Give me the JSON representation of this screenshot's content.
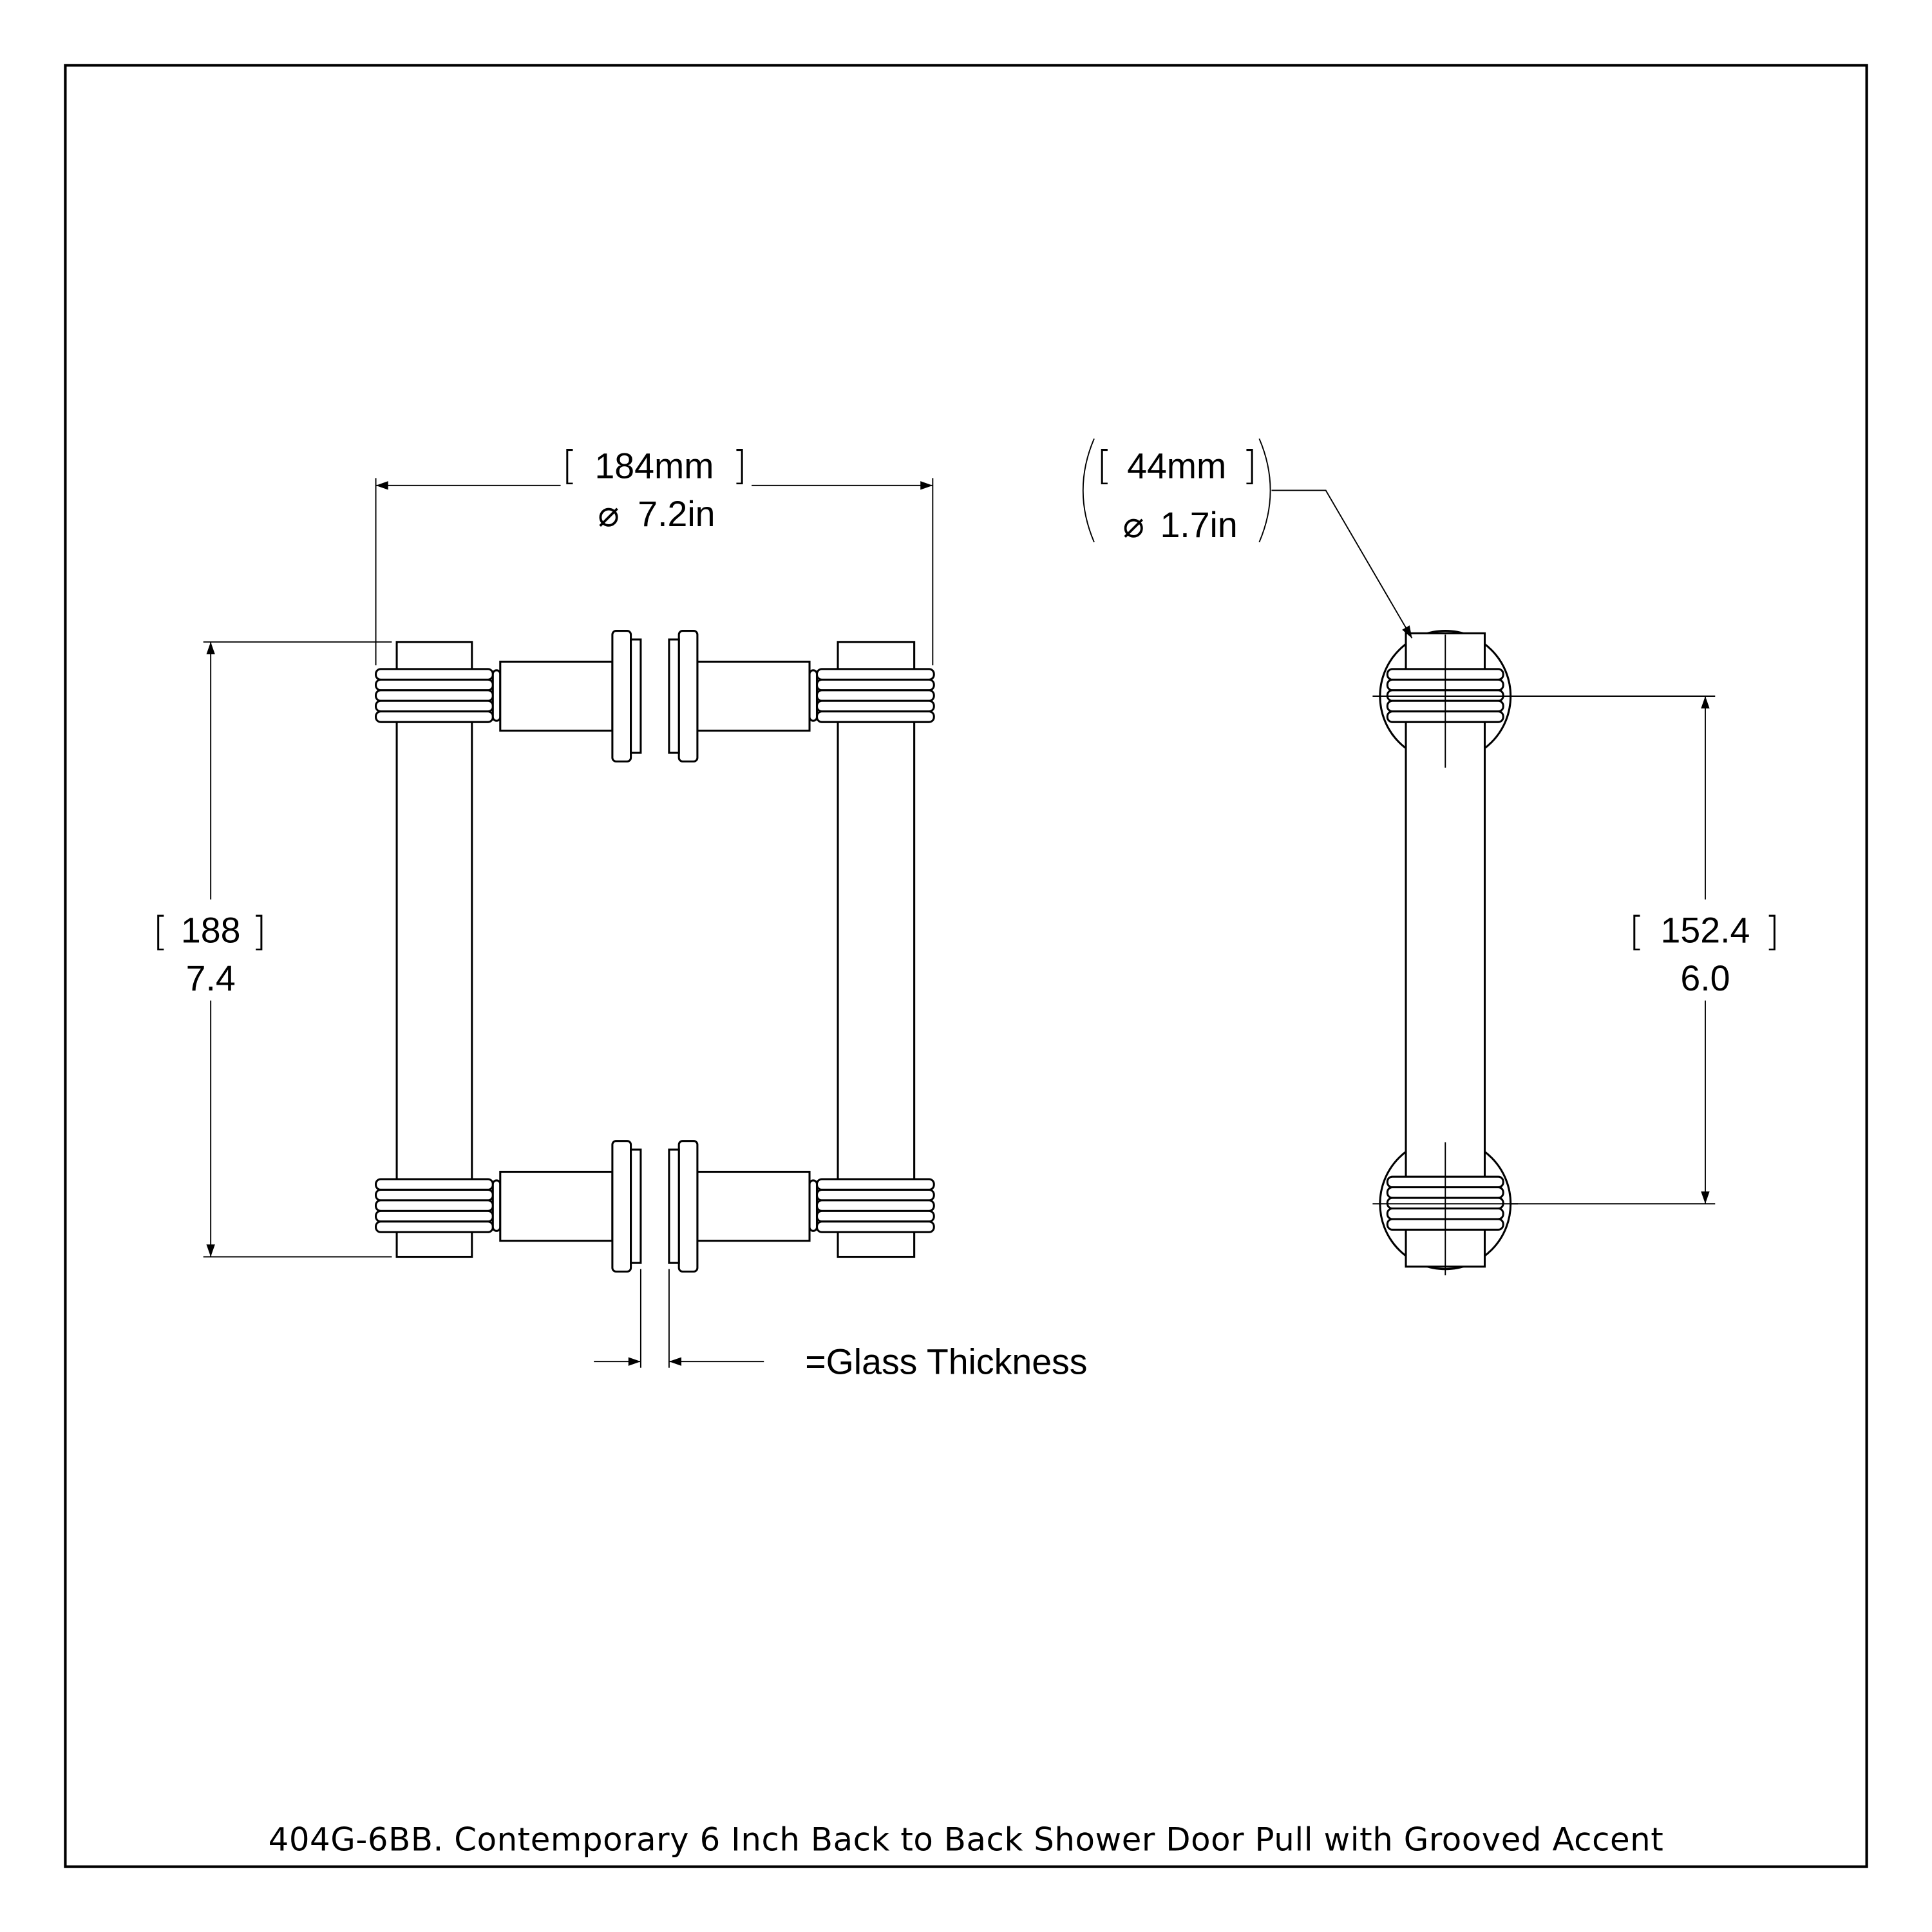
{
  "title": "404G-6BB. Contemporary 6 Inch Back to Back Shower Door Pull with Grooved Accent",
  "front_view": {
    "width_dimension": {
      "metric": "184mm",
      "imperial": "7.2in",
      "symbol": "⌀"
    },
    "height_dimension": {
      "metric": "188",
      "imperial": "7.4"
    },
    "glass_label": "=Glass Thickness"
  },
  "side_view": {
    "diameter_dimension": {
      "metric": "44mm",
      "imperial": "1.7in",
      "symbol": "⌀"
    },
    "center_to_center": {
      "metric": "152.4",
      "imperial": "6.0"
    }
  }
}
